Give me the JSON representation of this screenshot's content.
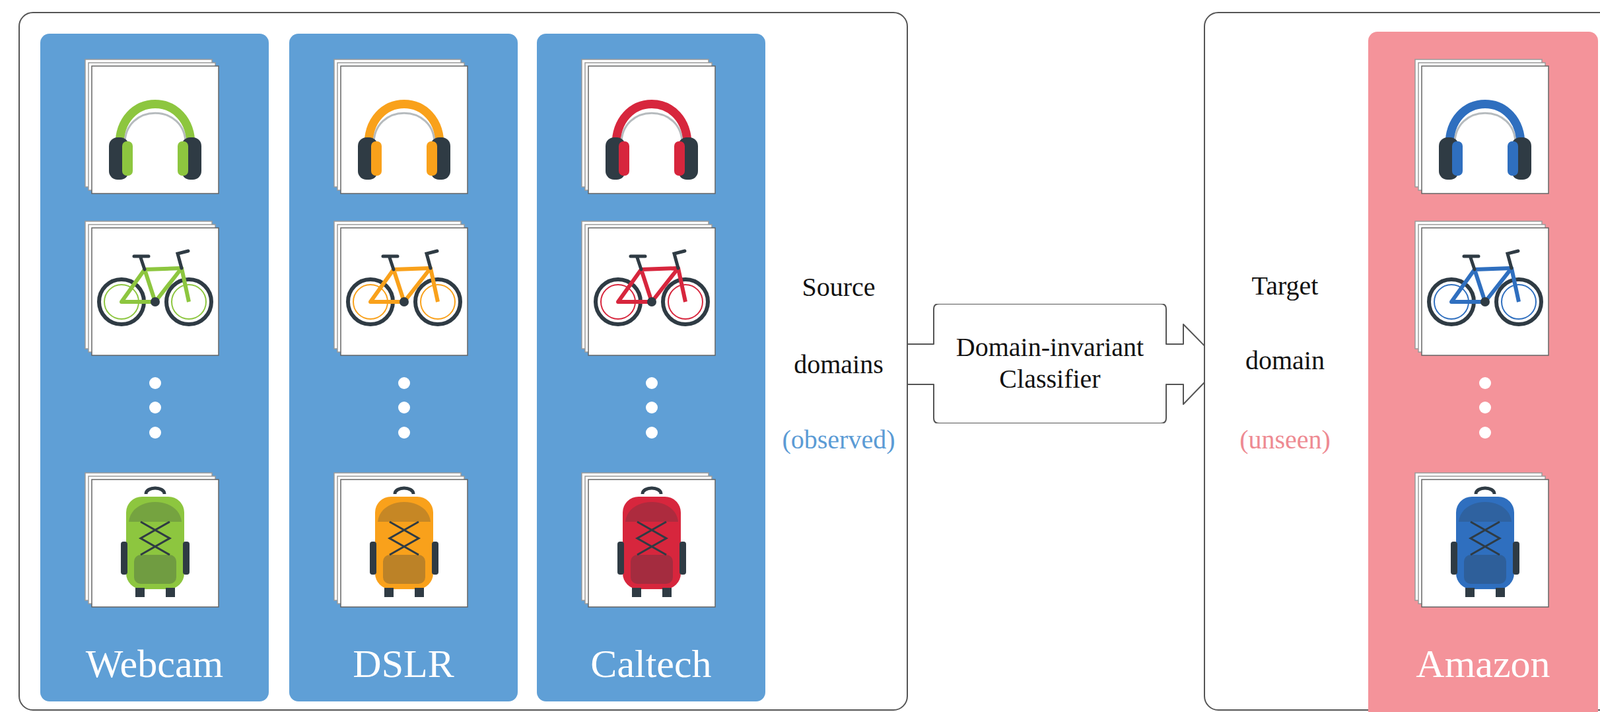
{
  "diagram": {
    "nodes": [
      {
        "text": [
          "Source domains",
          "(observed)"
        ]
      },
      {
        "text": [
          "Webcam"
        ],
        "in": 0
      },
      {
        "text": [
          "DSLR"
        ],
        "in": 0
      },
      {
        "text": [
          "Caltech"
        ],
        "in": 0
      },
      {
        "text": [
          "Domain-invariant Classifier"
        ]
      },
      {
        "text": [
          "Target domain",
          "(unseen)"
        ]
      },
      {
        "text": [
          "Amazon"
        ],
        "in": 5
      }
    ]
  }
}
